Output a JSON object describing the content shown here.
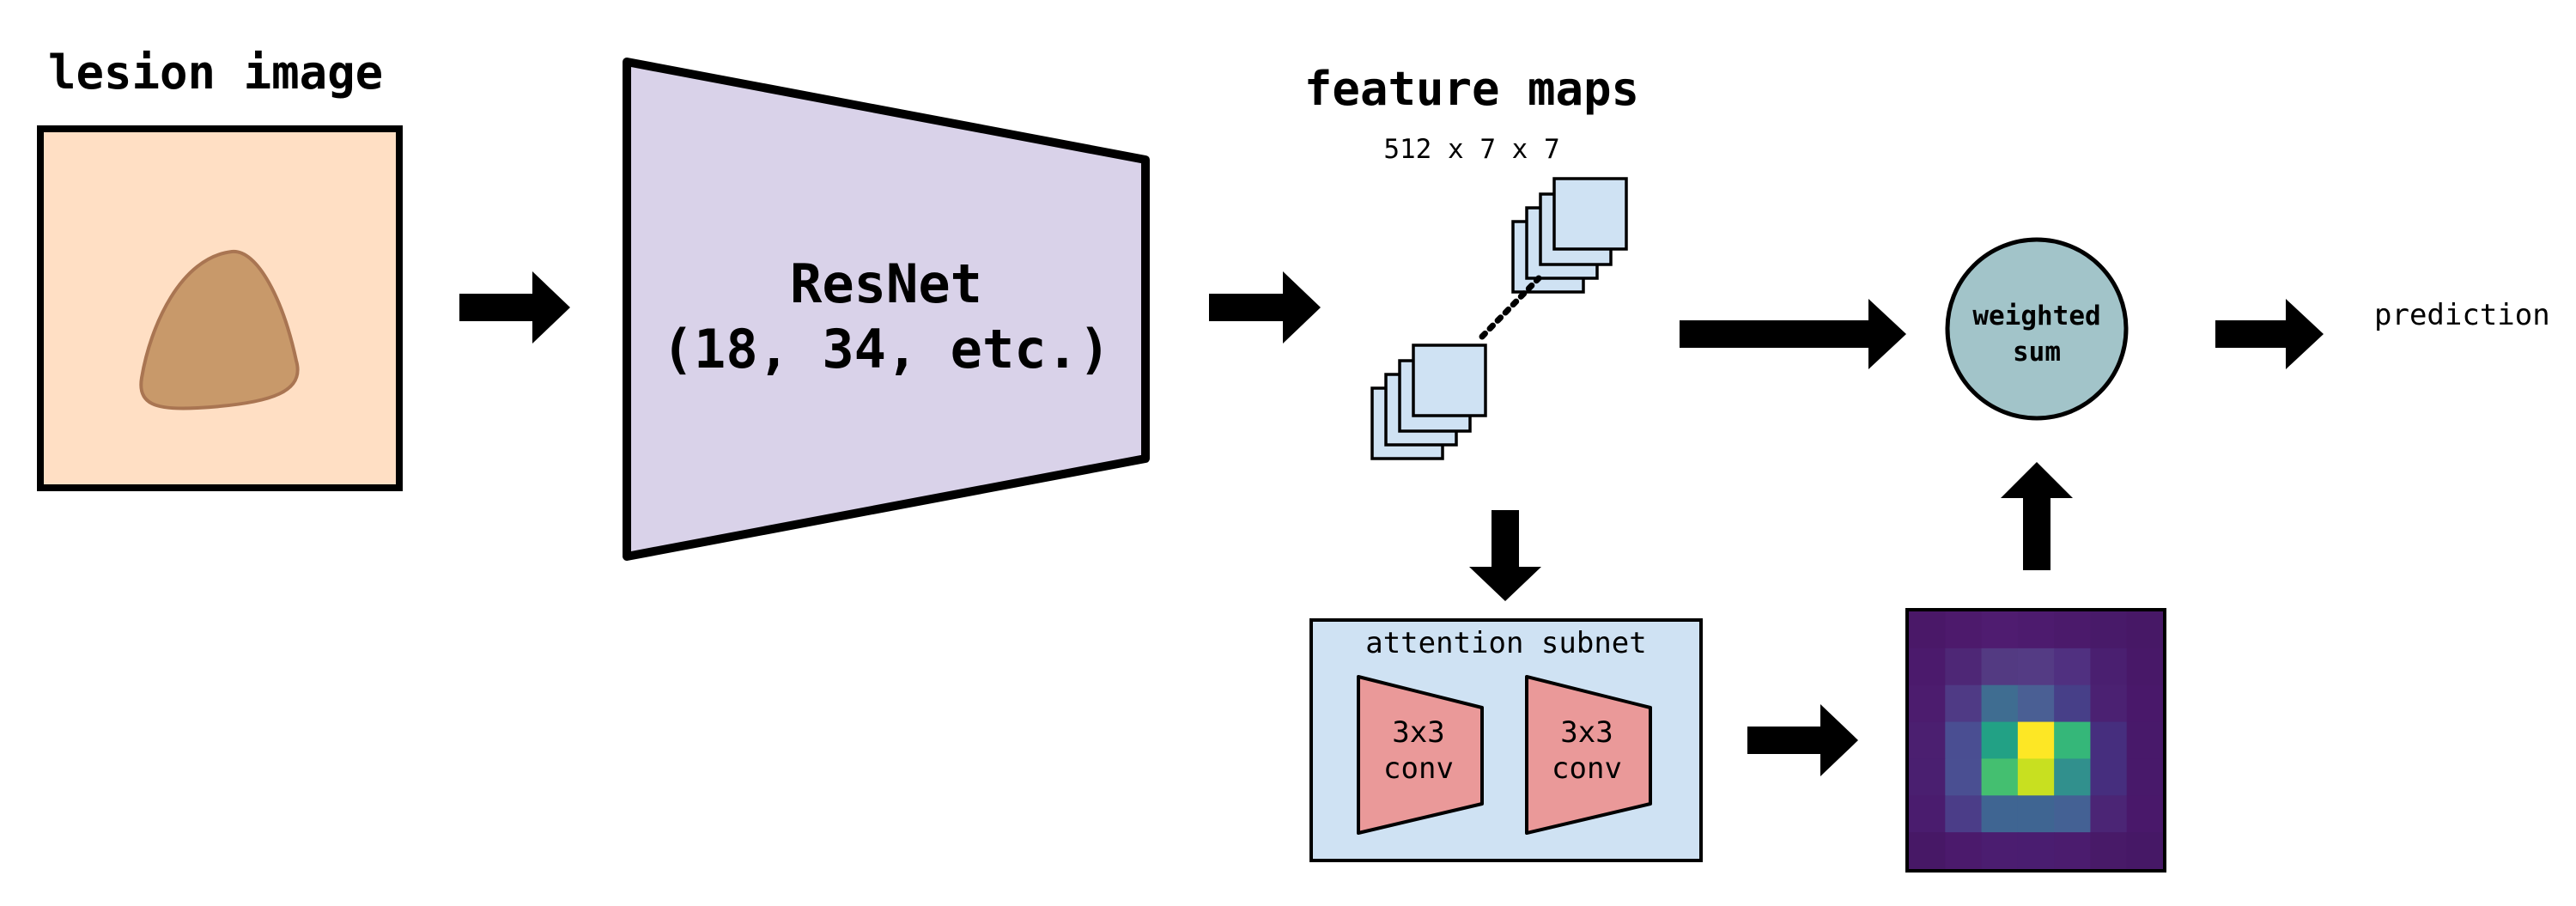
{
  "labels": {
    "lesion_image": "lesion image",
    "resnet_line1": "ResNet",
    "resnet_line2": "(18, 34, etc.)",
    "feature_maps": "feature maps",
    "feature_dims": "512 x 7 x 7",
    "weighted_sum_line1": "weighted",
    "weighted_sum_line2": "sum",
    "prediction": "prediction",
    "attention_subnet": "attention subnet",
    "conv1_line1": "3x3",
    "conv1_line2": "conv",
    "conv2_line1": "3x3",
    "conv2_line2": "conv"
  },
  "colors": {
    "lesion_bg": "#ffdfc4",
    "lesion_blob": "#c8996a",
    "lesion_blob_stroke": "#a97552",
    "resnet_fill": "#d9d2e9",
    "feature_map_fill": "#cfe2f3",
    "weighted_sum_fill": "#a2c4c9",
    "attention_fill": "#cfe2f3",
    "conv_fill": "#ea9999",
    "stroke": "#000000"
  },
  "attention_map": {
    "rows": 7,
    "cols": 7,
    "cells": [
      [
        "#4a1868",
        "#4d1a6c",
        "#4f1c70",
        "#4d1b6e",
        "#4b1a6b",
        "#481a69",
        "#471866"
      ],
      [
        "#4b1a6c",
        "#4e2776",
        "#533a82",
        "#543b84",
        "#503080",
        "#4a1f70",
        "#481868"
      ],
      [
        "#4c1c6e",
        "#4f3a85",
        "#3f6d91",
        "#4a5f94",
        "#473f88",
        "#4b2172",
        "#49186a"
      ],
      [
        "#4b1f70",
        "#4a4e92",
        "#22a185",
        "#fde725",
        "#35b779",
        "#462e7e",
        "#48196a"
      ],
      [
        "#4a1f70",
        "#4a4f92",
        "#44bf70",
        "#c8e020",
        "#31908d",
        "#462e7e",
        "#48196a"
      ],
      [
        "#4a1c6e",
        "#4b3d88",
        "#3f6592",
        "#3f6592",
        "#446194",
        "#4b2575",
        "#49186a"
      ],
      [
        "#471866",
        "#4b1a6c",
        "#4b1d70",
        "#4a1d70",
        "#4b1c6e",
        "#481a68",
        "#461866"
      ]
    ]
  }
}
